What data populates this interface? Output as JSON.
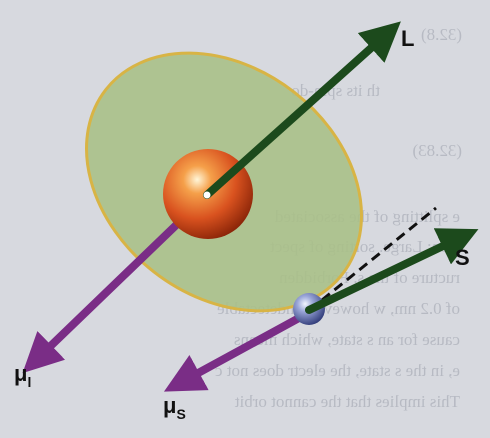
{
  "labels": {
    "L": "L",
    "S": "S",
    "mu_l": "μ",
    "mu_l_sub": "l",
    "mu_s": "μ",
    "mu_s_sub": "S"
  },
  "background_text": [
    "(32.8)",
    "th its spin-do",
    "(32.83)",
    "e splitting of the        associated",
    "sion: Large.        sorting of spect",
    "ructure of the        s. Forbidden",
    "of 0.2 nm, w        however, undetectable",
    "cause for an s state,        which means",
    "e, in the s state, the electr        does not c",
    "This implies that the        cannot orbit"
  ],
  "colors": {
    "page": "#d7d9df",
    "ellipse_fill": "#a8bf86",
    "ellipse_stroke": "#d8b445",
    "angular_vector": "#1c4a1c",
    "moment_vector": "#7a2d86",
    "nucleus": "#d9521f",
    "electron": "#4a5aa0"
  }
}
